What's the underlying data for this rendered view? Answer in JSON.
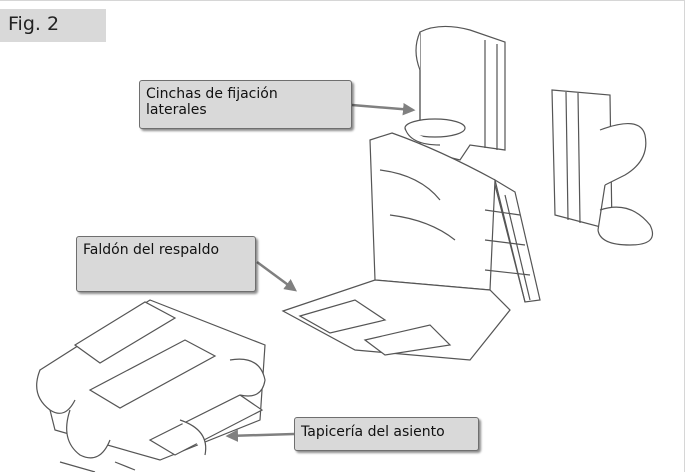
{
  "figure_label": "Fig. 2",
  "callouts": {
    "side_straps": {
      "line1": "Cinchas de fijación",
      "line2": "laterales"
    },
    "backrest_flap": "Faldón del respaldo",
    "seat_upholstery": "Tapicería del asiento"
  },
  "colors": {
    "callout_fill": "#d9d9d9",
    "arrow": "#808080",
    "line_art": "#555555"
  }
}
